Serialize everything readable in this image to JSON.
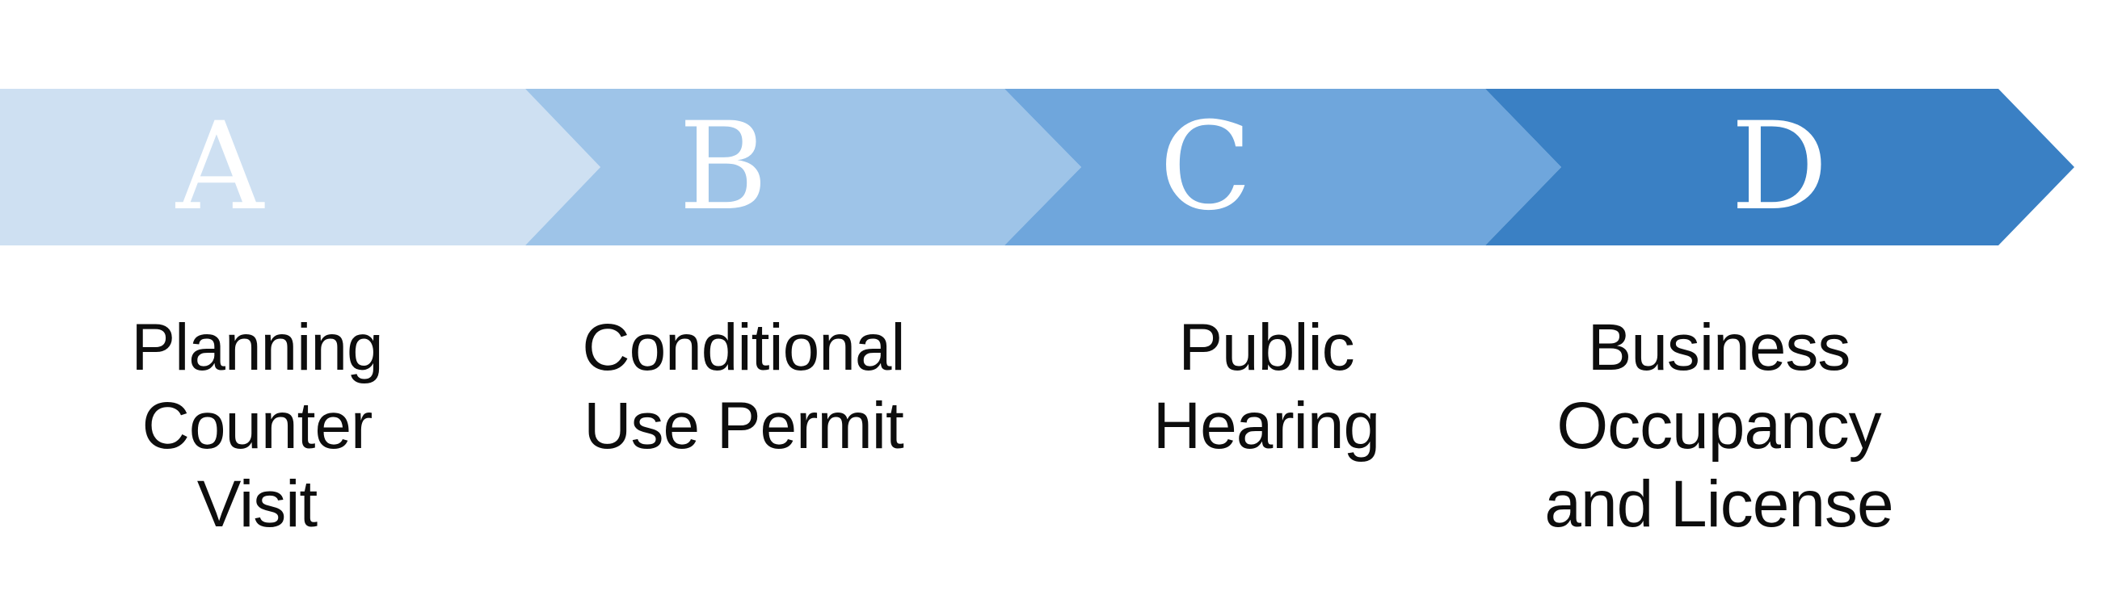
{
  "diagram": {
    "type": "chevron-process",
    "background_color": "#ffffff",
    "letter_color": "#ffffff",
    "label_text_color": "#0d0d0d",
    "stages": [
      {
        "letter": "A",
        "label": "Planning\nCounter\nVisit",
        "color": "#cee0f2"
      },
      {
        "letter": "B",
        "label": "Conditional\nUse Permit",
        "color": "#9ec4e8"
      },
      {
        "letter": "C",
        "label": "Public\nHearing",
        "color": "#6fa6dc"
      },
      {
        "letter": "D",
        "label": "Business\nOccupancy\nand License",
        "color": "#3a80c4"
      }
    ]
  }
}
